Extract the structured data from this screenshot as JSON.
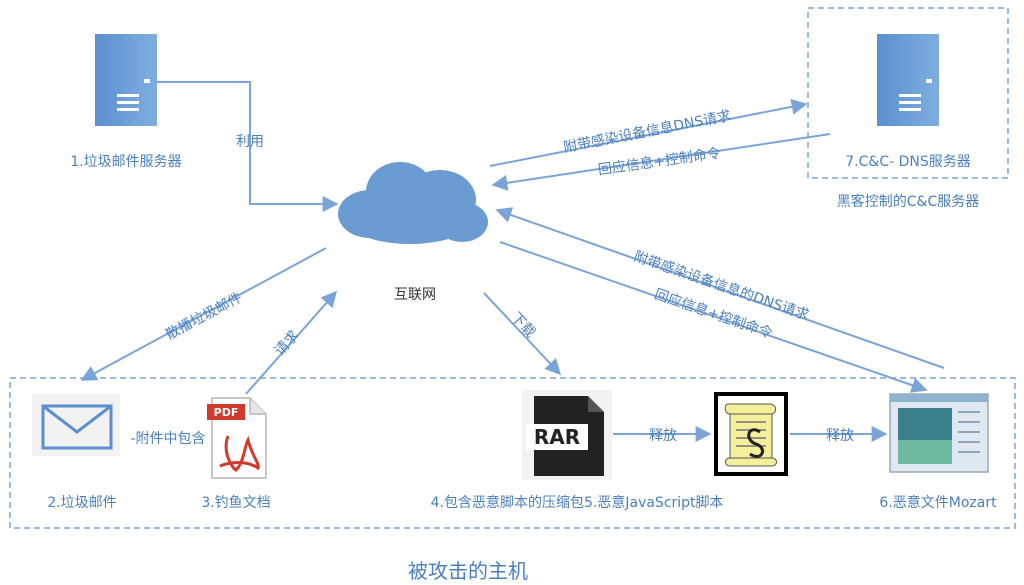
{
  "colors": {
    "primary": "#6a9bd1",
    "line": "#7aa3d6",
    "text": "#4a7fbf",
    "dashed": "#7aa3d6"
  },
  "nodes": {
    "spam_server": "1.垃圾邮件服务器",
    "cc_server": "7.C&C- DNS服务器",
    "cc_group": "黑客控制的C&C服务器",
    "internet": "互联网",
    "spam_mail": "2.垃圾邮件",
    "phish_doc": "3.钓鱼文档",
    "rar": "4.包含恶意脚本的压缩包",
    "js": "5.恶意JavaScript脚本",
    "mozart": "6.恶意文件Mozart",
    "victim": "被攻击的主机",
    "rar_icon_text": "RAR",
    "pdf_icon_text": "PDF"
  },
  "edges": {
    "use": "利用",
    "dns_req_top": "附带感染设备信息DNS请求",
    "reply_top": "回应信息+控制命令",
    "spread": "散播垃圾邮件",
    "request": "请求",
    "download": "下载",
    "dns_req_bottom": "附带感染设备信息的DNS请求",
    "reply_bottom": "回应信息+控制命令",
    "attach": "-附件中包含",
    "release1": "释放",
    "release2": "释放"
  }
}
